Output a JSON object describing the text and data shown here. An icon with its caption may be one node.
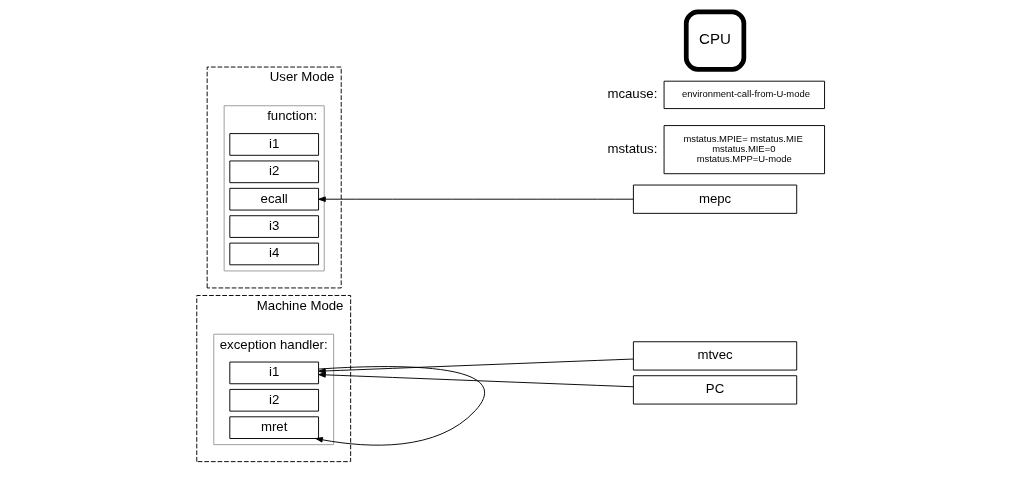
{
  "diagram": {
    "nodes": [
      {
        "text": [
          "User Mode"
        ]
      },
      {
        "text": [
          "function:"
        ],
        "in": 0
      },
      {
        "text": [
          "i1"
        ],
        "in": 1
      },
      {
        "text": [
          "i2"
        ],
        "in": 1
      },
      {
        "text": [
          "ecall"
        ],
        "in": 1
      },
      {
        "text": [
          "i3"
        ],
        "in": 1
      },
      {
        "text": [
          "i4"
        ],
        "in": 1
      },
      {
        "text": [
          "Machine Mode"
        ]
      },
      {
        "text": [
          "exception handler:"
        ],
        "in": 7
      },
      {
        "text": [
          "i1"
        ],
        "in": 8
      },
      {
        "text": [
          "i2"
        ],
        "in": 8
      },
      {
        "text": [
          "mret"
        ],
        "in": 8
      },
      {
        "text": [
          "PC"
        ]
      },
      {
        "text": [
          "CPU"
        ]
      },
      {
        "text": [
          "mcause:",
          "environment-call-from-U-mode"
        ]
      },
      {
        "text": [
          "mepc"
        ]
      },
      {
        "text": [
          "mstatus:",
          "mstatus.MPIE= mstatus.MIE",
          "mstatus.MIE=0",
          "mstatus.MPP=U-mode"
        ]
      },
      {
        "text": [
          "mtvec"
        ]
      }
    ],
    "edges": [
      {
        "from": 15,
        "to": 4,
        "arrow": "to"
      },
      {
        "from": 17,
        "to": 9,
        "arrow": "to"
      },
      {
        "from": 12,
        "to": 9,
        "arrow": "to"
      },
      {
        "from": 9,
        "to": 11,
        "arrow": "to"
      }
    ]
  }
}
